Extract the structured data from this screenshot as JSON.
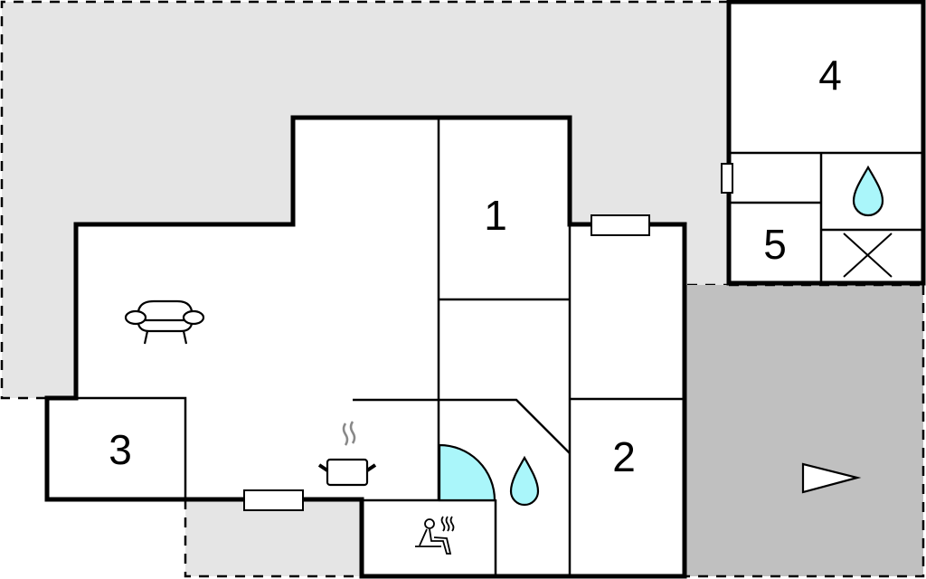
{
  "plan": {
    "colors": {
      "terrace_light": "#e5e5e5",
      "terrace_dark": "#c0c0c0",
      "water": "#aaf6fa",
      "wall": "#000000",
      "room": "#ffffff"
    },
    "rooms": [
      {
        "id": "1",
        "label": "1"
      },
      {
        "id": "2",
        "label": "2"
      },
      {
        "id": "3",
        "label": "3"
      },
      {
        "id": "4",
        "label": "4"
      },
      {
        "id": "5",
        "label": "5"
      }
    ],
    "icons": [
      {
        "name": "sofa-icon",
        "area": "living-room"
      },
      {
        "name": "cooking-pot-icon",
        "area": "kitchen"
      },
      {
        "name": "shower-icon",
        "area": "bathroom"
      },
      {
        "name": "water-drop-icon",
        "area": "bathroom"
      },
      {
        "name": "water-drop-icon",
        "area": "annex-bathroom"
      },
      {
        "name": "sauna-icon",
        "area": "sauna"
      },
      {
        "name": "toilet-cross-icon",
        "area": "annex"
      },
      {
        "name": "north-arrow-icon",
        "area": "terrace"
      }
    ]
  }
}
